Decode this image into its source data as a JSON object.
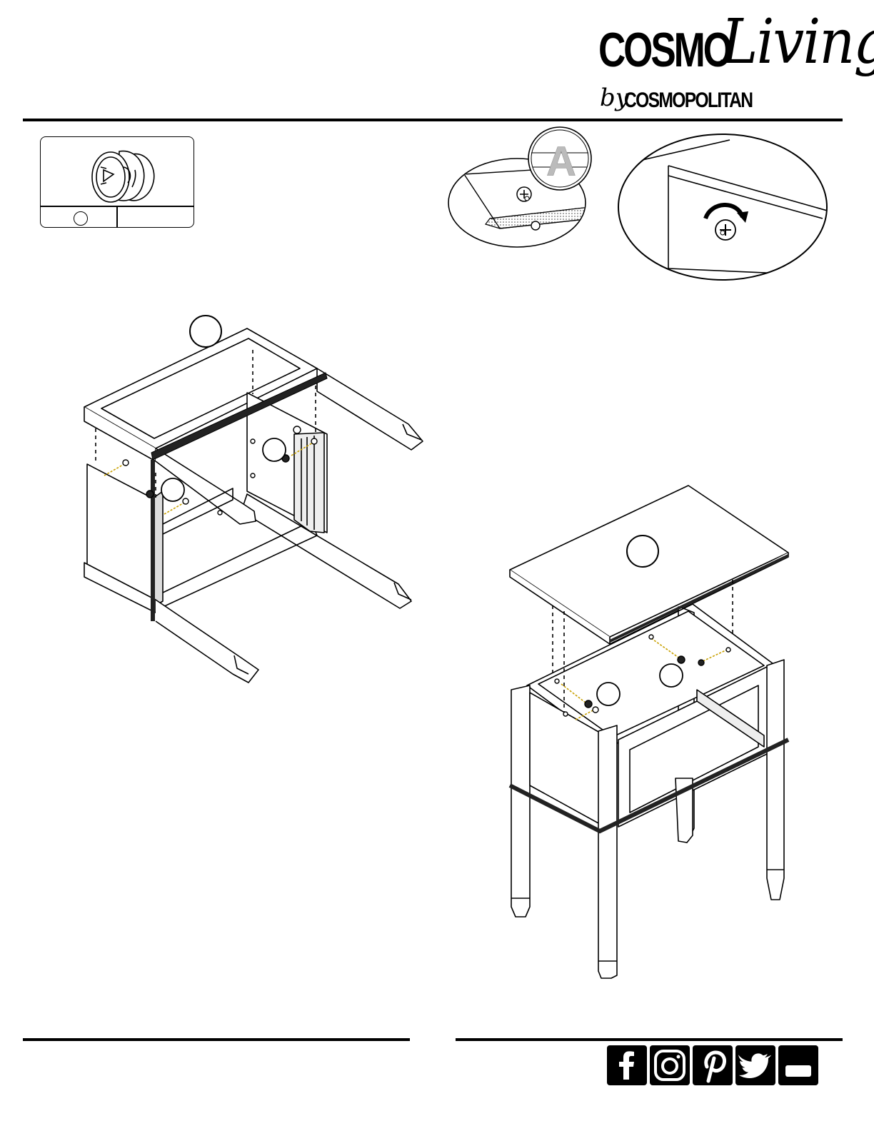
{
  "logo": {
    "cosmo": "COSMO",
    "living": "Living",
    "by": "by",
    "brand": "COSMOPOLITAN"
  },
  "callouts": {
    "zoom_letter": "A"
  },
  "social_icons": [
    "facebook-icon",
    "instagram-icon",
    "pinterest-icon",
    "twitter-icon",
    "youtube-icon"
  ],
  "colors": {
    "line": "#000000",
    "dowel_accent": "#c8a000",
    "dotted_edge": "#555555"
  }
}
